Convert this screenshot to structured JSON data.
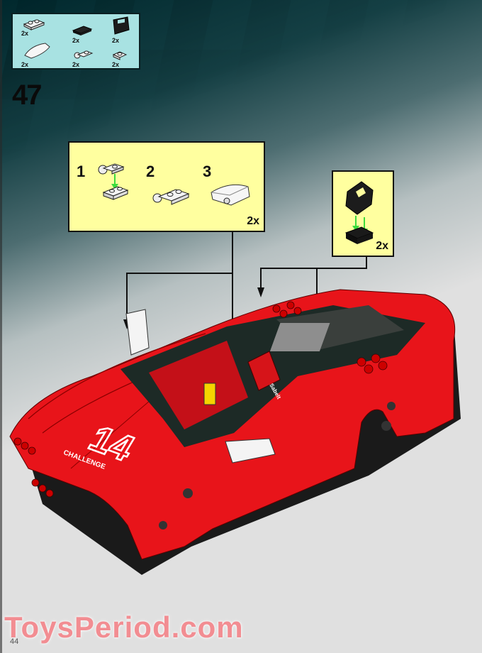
{
  "page": {
    "step_number": "47",
    "page_number": "44",
    "watermark": "ToysPeriod.com",
    "colors": {
      "parts_box": "#a8e2e2",
      "callout_box": "#ffff9f",
      "car_red": "#e8141a",
      "dark_bg": "#0a3035",
      "watermark": "#f4878c",
      "arrow_green": "#3ddc3d"
    }
  },
  "parts_list": {
    "items": [
      {
        "name": "plate-1x2-white-with-clip",
        "qty": "2x"
      },
      {
        "name": "plate-1x2-black",
        "qty": "2x"
      },
      {
        "name": "tile-with-handle-black",
        "qty": "2x"
      },
      {
        "name": "slope-curved-white",
        "qty": "2x"
      },
      {
        "name": "plate-with-clip-white",
        "qty": "2x"
      },
      {
        "name": "plate-1x1-white-clip",
        "qty": "2x"
      }
    ]
  },
  "subassembly_1": {
    "steps": [
      "1",
      "2",
      "3"
    ],
    "qty": "2x"
  },
  "subassembly_2": {
    "qty": "2x"
  },
  "model": {
    "decal_number": "14",
    "decal_text": "CHALLENGE",
    "seat_decal": "Sabelt"
  }
}
